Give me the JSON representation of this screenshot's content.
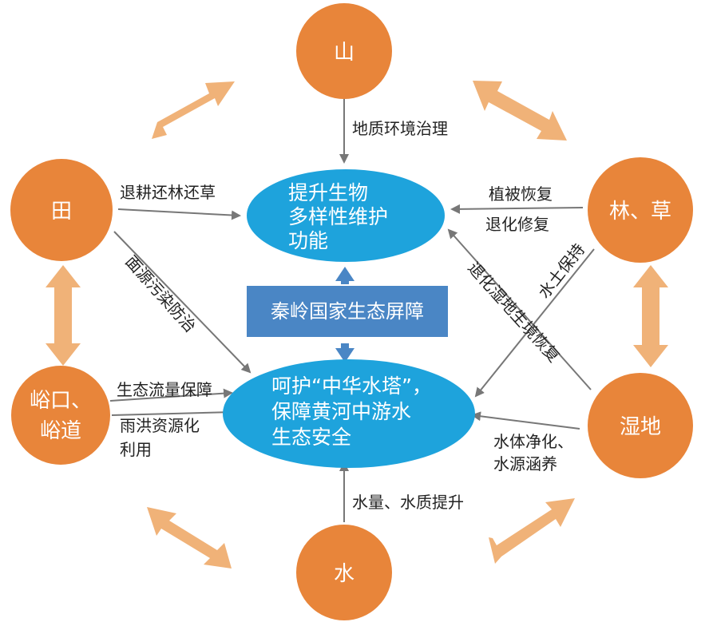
{
  "nodes": {
    "mountain": "山",
    "field": "田",
    "forest_grass": "林、草",
    "valley_line1": "峪口、",
    "valley_line2": "峪道",
    "wetland": "湿地",
    "water": "水"
  },
  "core_top": {
    "line1": "提升生物",
    "line2": "多样性维护",
    "line3": "功能"
  },
  "core_bottom": {
    "line1": "呵护“中华水塔”，",
    "line2": "保障黄河中游水",
    "line3": "生态安全"
  },
  "center_label": "秦岭国家生态屏障",
  "edge_labels": {
    "geo_env": "地质环境治理",
    "return_farm": "退耕还林还草",
    "veg_restore": "植被恢复",
    "degrade_repair": "退化修复",
    "water_soil": "水土保持",
    "non_point": "面源污染防治",
    "wetland_restore": "退化湿地生境恢复",
    "eco_flow": "生态流量保障",
    "flood_use_1": "雨洪资源化",
    "flood_use_2": "利用",
    "purify_1": "水体净化、",
    "purify_2": "水源涵养",
    "quantity_quality": "水量、水质提升"
  },
  "colors": {
    "node_orange": "#e8853a",
    "core_blue": "#1ea3dc",
    "center_box": "#4a86c5",
    "big_arrow_blue": "#4a86c5",
    "double_arrow": "#f0b278",
    "line_gray": "#777777"
  }
}
